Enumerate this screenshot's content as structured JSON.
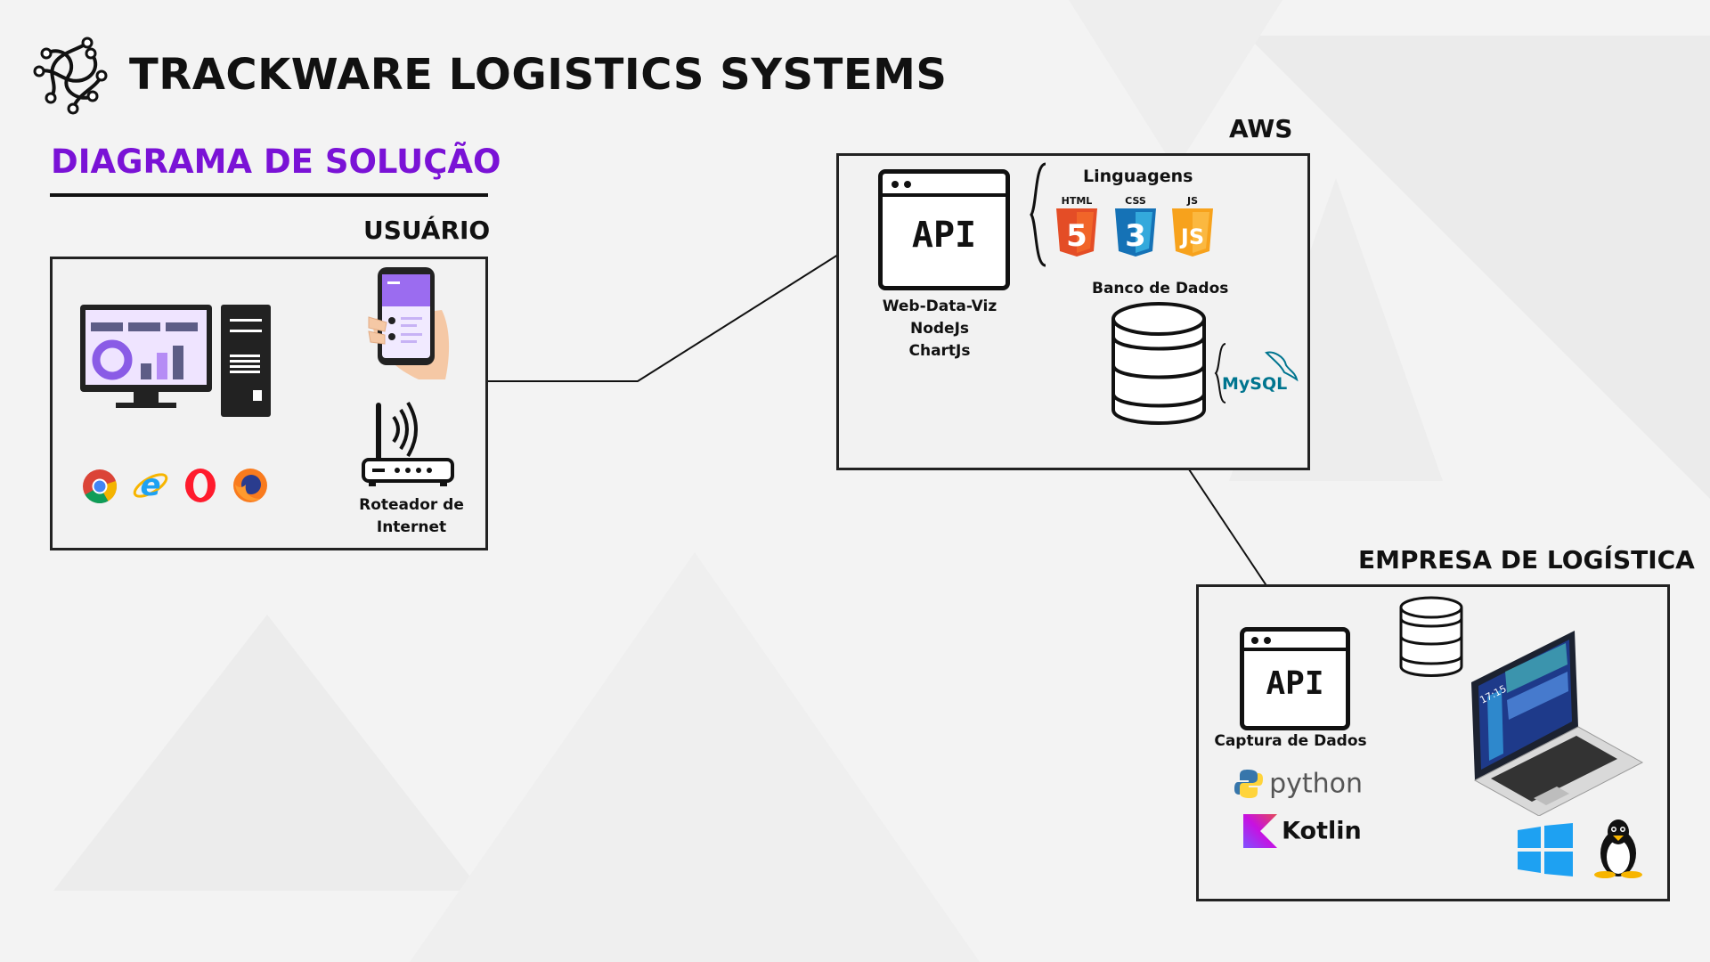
{
  "header": {
    "company": "TRACKWARE LOGISTICS SYSTEMS",
    "subtitle": "DIAGRAMA DE SOLUÇÃO"
  },
  "usuario": {
    "label": "USUÁRIO",
    "router_label_line1": "Roteador de",
    "router_label_line2": "Internet",
    "browsers": [
      "chrome-icon",
      "internet-explorer-icon",
      "opera-icon",
      "firefox-icon"
    ]
  },
  "aws": {
    "label": "AWS",
    "api_text": "API",
    "stack": [
      "Web-Data-Viz",
      "NodeJs",
      "ChartJs"
    ],
    "languages_label": "Linguagens",
    "languages": [
      "HTML",
      "CSS",
      "JS"
    ],
    "language_numbers": [
      "5",
      "3",
      "JS"
    ],
    "database_label": "Banco de Dados",
    "mysql_label": "MySQL"
  },
  "empresa": {
    "label": "EMPRESA DE LOGÍSTICA",
    "api_text": "API",
    "capture_label": "Captura de Dados",
    "python_label": "python",
    "kotlin_label": "Kotlin",
    "laptop_time": "17:15"
  },
  "colors": {
    "accent": "#7a12d6",
    "html": "#e44d26",
    "css": "#1572b6",
    "js": "#f7a21c",
    "mysql": "#00758f"
  }
}
